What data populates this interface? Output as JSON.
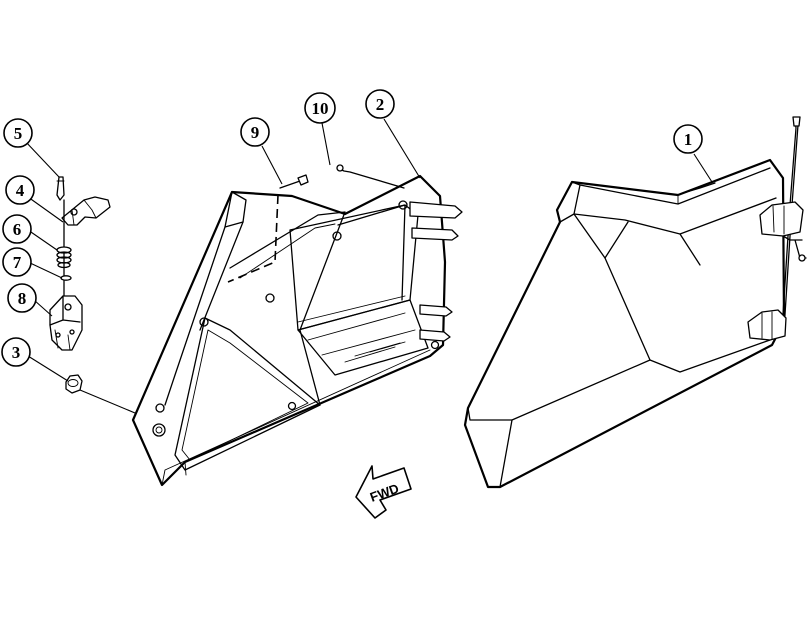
{
  "callouts": [
    {
      "id": "1",
      "label": "1"
    },
    {
      "id": "2",
      "label": "2"
    },
    {
      "id": "3",
      "label": "3"
    },
    {
      "id": "4",
      "label": "4"
    },
    {
      "id": "5",
      "label": "5"
    },
    {
      "id": "6",
      "label": "6"
    },
    {
      "id": "7",
      "label": "7"
    },
    {
      "id": "8",
      "label": "8"
    },
    {
      "id": "9",
      "label": "9"
    },
    {
      "id": "10",
      "label": "10"
    }
  ],
  "direction_arrow": {
    "label": "FWD"
  }
}
